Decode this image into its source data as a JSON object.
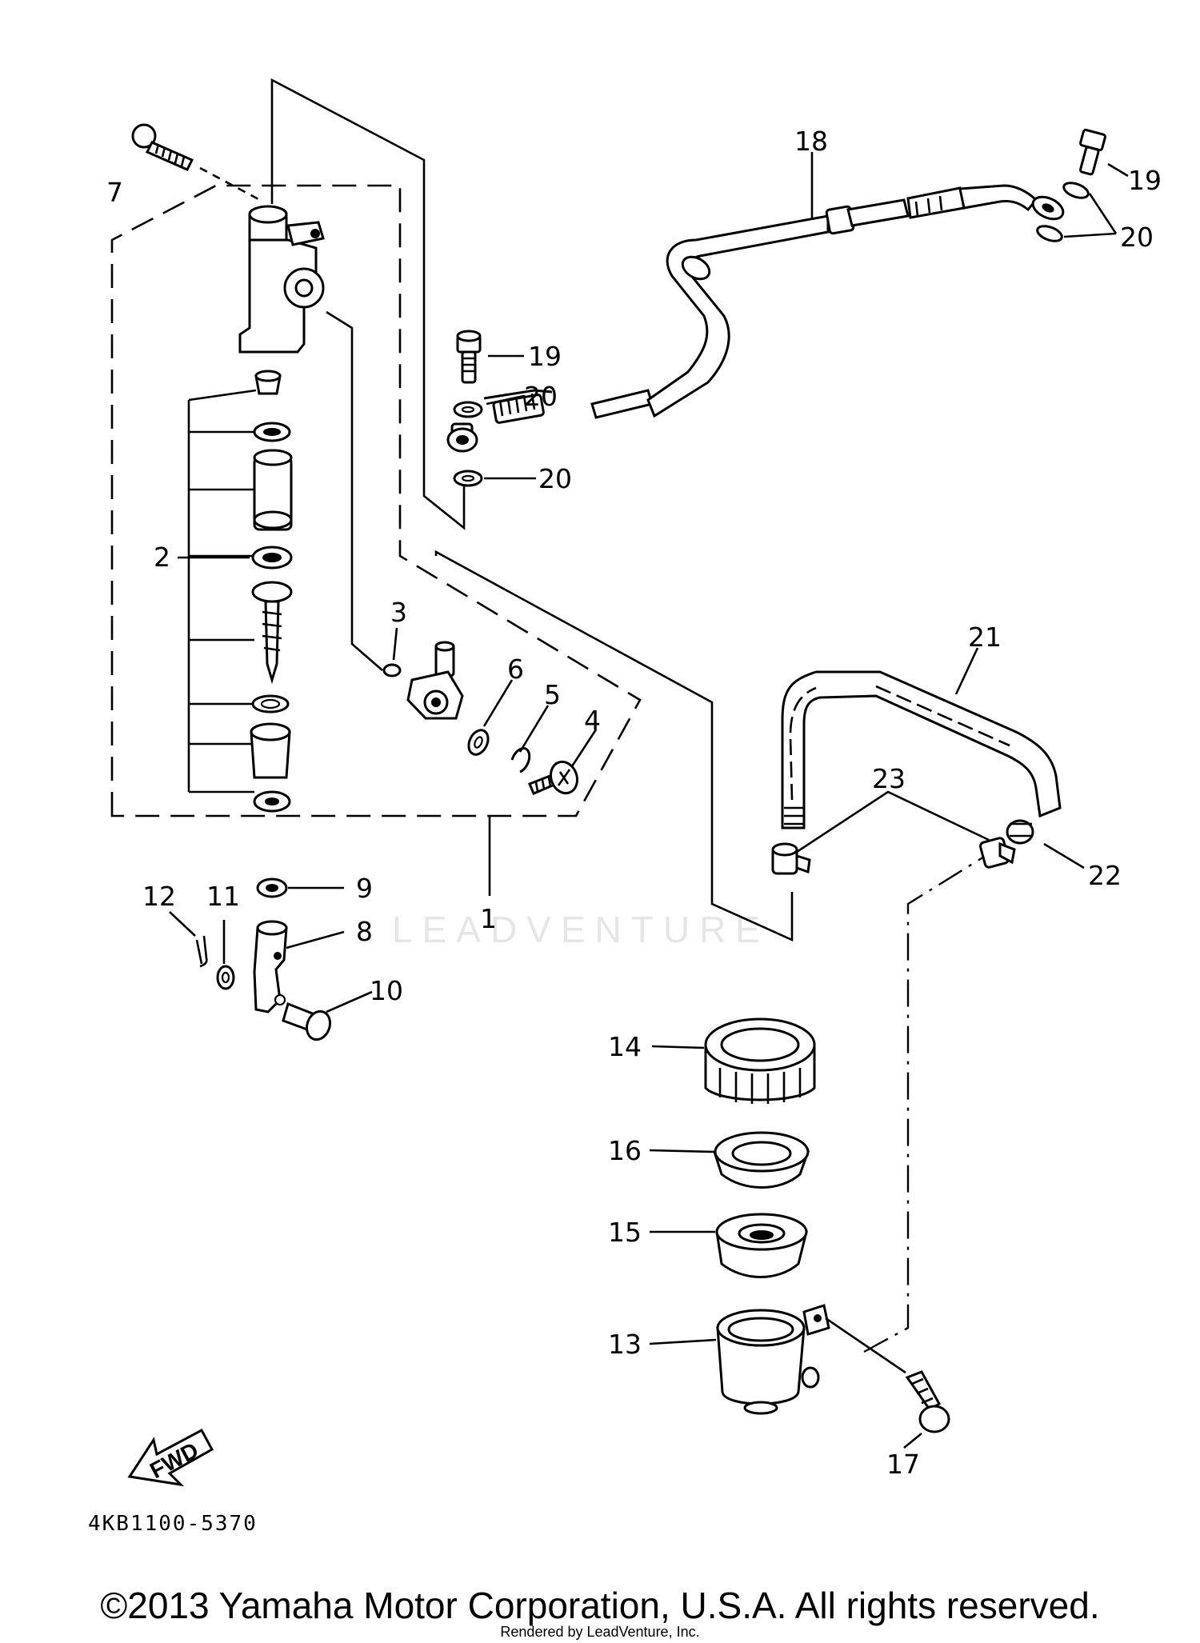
{
  "diagram": {
    "callouts": [
      "1",
      "2",
      "3",
      "4",
      "5",
      "6",
      "7",
      "8",
      "9",
      "10",
      "11",
      "12",
      "13",
      "14",
      "15",
      "16",
      "17",
      "18",
      "19",
      "20",
      "21",
      "22",
      "23"
    ],
    "part_code": "4KB1100-5370",
    "fwd_label": "FWD",
    "watermark": "LEADVENTURE",
    "copyright": "©2013 Yamaha Motor Corporation, U.S.A. All rights reserved.",
    "rendered_by": "Rendered by LeadVenture, Inc."
  }
}
